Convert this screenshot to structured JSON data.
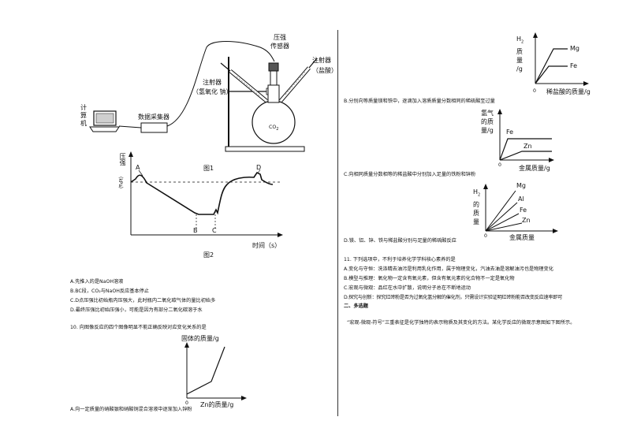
{
  "fig1": {
    "computer": [
      "计",
      "算",
      "机"
    ],
    "collector": "数据采集器",
    "sensor": [
      "压强",
      "传感器"
    ],
    "syringe_left": "注射器",
    "syringe_left_sub": "（氢氧化  钠）",
    "syringe_right": "注射器",
    "syringe_right_sub": "（盐酸）",
    "gas": "CO",
    "gas_sub": "2",
    "caption": "图1"
  },
  "fig2": {
    "ylabel_1": "压强",
    "ylabel_2": "（kPa）",
    "xlabel": "时间（s）",
    "points": [
      "A",
      "B",
      "C",
      "D"
    ],
    "caption": "图2"
  },
  "q9_options": [
    "A.先推入的是NaOH溶液",
    "B.BC段，CO₂与NaOH反应基本停止",
    "C.D点压强比初始瓶内压强大，此时瓶内二氧化碳气体的量比初始多",
    "D.最终压强比初始压强小，可能是因为有部分二氧化碳溶于水"
  ],
  "q10": {
    "stem": "10. 向图像反应的四个图像明显不能正确反映对应变化关系的是",
    "graphA": {
      "ylabel": "固体的质量/g",
      "xlabel": "Zn的质量/g",
      "origin": "0"
    },
    "optionA": "A.向一定质量的硝酸银和硝酸铜混合溶液中逐渐加入锌粉",
    "graphTop": {
      "ylabel_1": "H",
      "ylabel_sub": "2",
      "ylabel_2": "质",
      "ylabel_3": "量",
      "ylabel_4": "/g",
      "xlabel": "稀盐酸的质量/g",
      "origin": "0",
      "series": [
        "Mg",
        "Fe"
      ]
    },
    "optionB": "B.分别向等质量镁和铁中，逐滴加入溶质质量分数相同的稀硫酸至过量",
    "graphB": {
      "ylabel_1": "氢",
      "ylabel_2": "气",
      "ylabel_3": "的",
      "ylabel_4": "质",
      "ylabel_5": "量",
      "ylabel_6": "/g",
      "xlabel": "金属质量/g",
      "origin": "0",
      "series": [
        "Fe",
        "Zn"
      ]
    },
    "optionC": "C.向相同质量分数相等的稀盐酸中分别加入足量的铁粉和锌粉",
    "graphC": {
      "ylabel_1": "H",
      "ylabel_sub": "2",
      "ylabel_2": "的",
      "ylabel_3": "质",
      "ylabel_4": "量",
      "xlabel": "金属质量",
      "origin": "0",
      "series": [
        "Mg",
        "Al",
        "Fe",
        "Zn"
      ]
    },
    "optionD": "D.镁、铝、锌、铁与稀盐酸分别与足量的稀硫酸反应"
  },
  "q11": {
    "stem": "11. 下列选项中，不利于培养化学学科核心素养的是",
    "options": [
      "A.变化与守恒：洗涤精去油污是利用乳化作用，属于物理变化，汽油去油是溶解油污也是物理变化",
      "B.模型与推理：氧化物一定含有氧元素，但含有氧元素的化合物不一定是氧化物",
      "C.宏观与微观：品红在水中扩散，说明分子总在不断地运动",
      "D.探究与创新：探究红砖粉是否为过氧化氢分解的催化剂，只需设计实验证明红砖粉能否改变反应速率即可"
    ]
  },
  "section2": "二、多选题",
  "q12": "“宏观-微观-符号”三重表征是化学独特的表示物质及其变化的方法。某化学反应的微观示意图如下图所示。"
}
